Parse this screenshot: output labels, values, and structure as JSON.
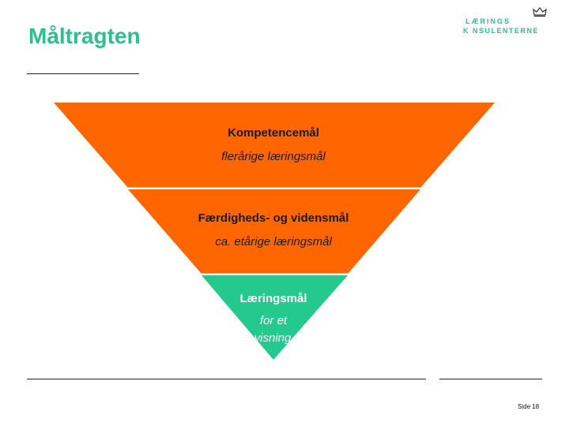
{
  "slide": {
    "title": "Måltragten",
    "page_label": "Side 18"
  },
  "logo": {
    "line1": "LÆRINGS",
    "line2": "K NSULENTERNE",
    "icon": "crown-icon"
  },
  "funnel": {
    "levels": [
      {
        "heading": "Kompetencemål",
        "sub": "flerårige læringsmål",
        "color": "#ff6600"
      },
      {
        "heading": "Færdigheds- og vidensmål",
        "sub": "ca. etårige læringsmål",
        "color": "#ff6600"
      },
      {
        "heading": "Læringsmål",
        "sub_line1": "for et",
        "sub_line2": "visning",
        "color": "#24c98e"
      }
    ]
  }
}
